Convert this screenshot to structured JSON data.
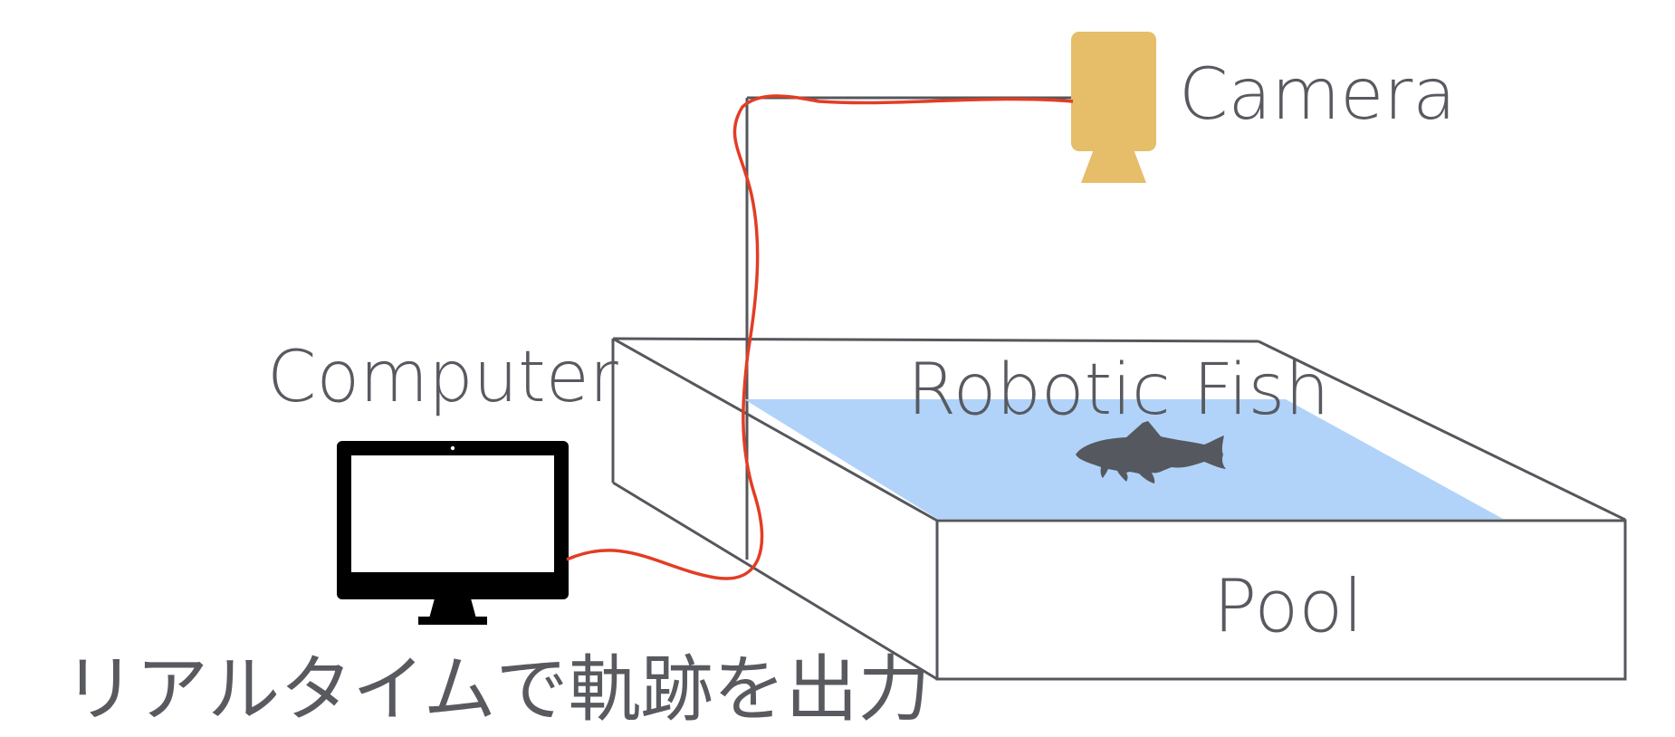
{
  "labels": {
    "camera": "Camera",
    "computer": "Computer",
    "robotic_fish": "Robotic Fish",
    "pool": "Pool",
    "realtime_output": "リアルタイムで軌跡を出力"
  },
  "colors": {
    "outline": "#55575c",
    "water": "#b1d3fa",
    "camera": "#e6bd69",
    "cable": "#e23d24",
    "monitor": "#000000",
    "fish": "#55585f",
    "text": "#585a60"
  },
  "icons": {
    "camera": "camera-icon",
    "monitor": "monitor-icon",
    "fish": "fish-icon"
  }
}
